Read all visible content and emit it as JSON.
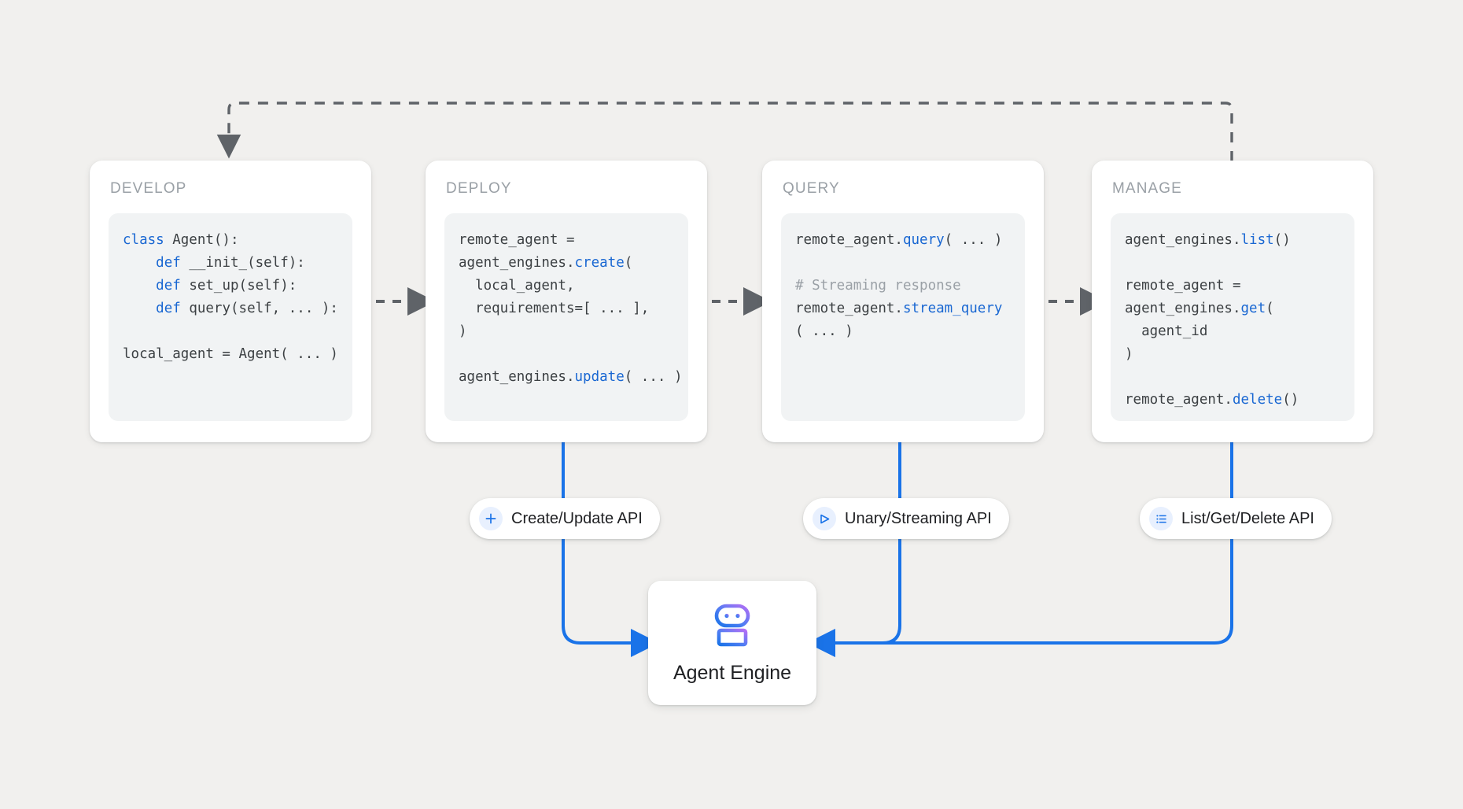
{
  "page": {
    "background_color": "#f1f0ee",
    "accent_blue": "#1a73e8",
    "code_keyword_color": "#1967d2",
    "muted_gray": "#9aa0a6",
    "arrow_gray": "#5f6368"
  },
  "stages": [
    {
      "title": "DEVELOP",
      "code_lines": [
        [
          {
            "t": "class ",
            "c": "kw"
          },
          {
            "t": "Agent():",
            "c": ""
          }
        ],
        [
          {
            "t": "    ",
            "c": ""
          },
          {
            "t": "def ",
            "c": "kw"
          },
          {
            "t": "__init_(self):",
            "c": ""
          }
        ],
        [
          {
            "t": "    ",
            "c": ""
          },
          {
            "t": "def ",
            "c": "kw"
          },
          {
            "t": "set_up(self):",
            "c": ""
          }
        ],
        [
          {
            "t": "    ",
            "c": ""
          },
          {
            "t": "def ",
            "c": "kw"
          },
          {
            "t": "query(self, ... ):",
            "c": ""
          }
        ],
        [
          {
            "t": "",
            "c": ""
          }
        ],
        [
          {
            "t": "local_agent = Agent( ... )",
            "c": ""
          }
        ]
      ]
    },
    {
      "title": "DEPLOY",
      "code_lines": [
        [
          {
            "t": "remote_agent =",
            "c": ""
          }
        ],
        [
          {
            "t": "agent_engines.",
            "c": ""
          },
          {
            "t": "create",
            "c": "fn"
          },
          {
            "t": "(",
            "c": ""
          }
        ],
        [
          {
            "t": "  local_agent,",
            "c": ""
          }
        ],
        [
          {
            "t": "  requirements=[ ... ],",
            "c": ""
          }
        ],
        [
          {
            "t": ")",
            "c": ""
          }
        ],
        [
          {
            "t": "",
            "c": ""
          }
        ],
        [
          {
            "t": "agent_engines.",
            "c": ""
          },
          {
            "t": "update",
            "c": "fn"
          },
          {
            "t": "( ... )",
            "c": ""
          }
        ]
      ]
    },
    {
      "title": "QUERY",
      "code_lines": [
        [
          {
            "t": "remote_agent.",
            "c": ""
          },
          {
            "t": "query",
            "c": "fn"
          },
          {
            "t": "( ... )",
            "c": ""
          }
        ],
        [
          {
            "t": "",
            "c": ""
          }
        ],
        [
          {
            "t": "# Streaming response",
            "c": "cmt"
          }
        ],
        [
          {
            "t": "remote_agent.",
            "c": ""
          },
          {
            "t": "stream_query",
            "c": "fn"
          }
        ],
        [
          {
            "t": "( ... )",
            "c": ""
          }
        ]
      ]
    },
    {
      "title": "MANAGE",
      "code_lines": [
        [
          {
            "t": "agent_engines.",
            "c": ""
          },
          {
            "t": "list",
            "c": "fn"
          },
          {
            "t": "()",
            "c": ""
          }
        ],
        [
          {
            "t": "",
            "c": ""
          }
        ],
        [
          {
            "t": "remote_agent =",
            "c": ""
          }
        ],
        [
          {
            "t": "agent_engines.",
            "c": ""
          },
          {
            "t": "get",
            "c": "fn"
          },
          {
            "t": "(",
            "c": ""
          }
        ],
        [
          {
            "t": "  agent_id",
            "c": ""
          }
        ],
        [
          {
            "t": ")",
            "c": ""
          }
        ],
        [
          {
            "t": "",
            "c": ""
          }
        ],
        [
          {
            "t": "remote_agent.",
            "c": ""
          },
          {
            "t": "delete",
            "c": "fn"
          },
          {
            "t": "()",
            "c": ""
          }
        ]
      ]
    }
  ],
  "api_pills": [
    {
      "label": "Create/Update API",
      "icon": "plus-icon"
    },
    {
      "label": "Unary/Streaming API",
      "icon": "send-triangle-icon"
    },
    {
      "label": "List/Get/Delete API",
      "icon": "list-icon"
    }
  ],
  "agent_engine": {
    "label": "Agent Engine",
    "icon": "robot-icon",
    "gradient_from": "#a855f7",
    "gradient_to": "#1a73e8"
  }
}
